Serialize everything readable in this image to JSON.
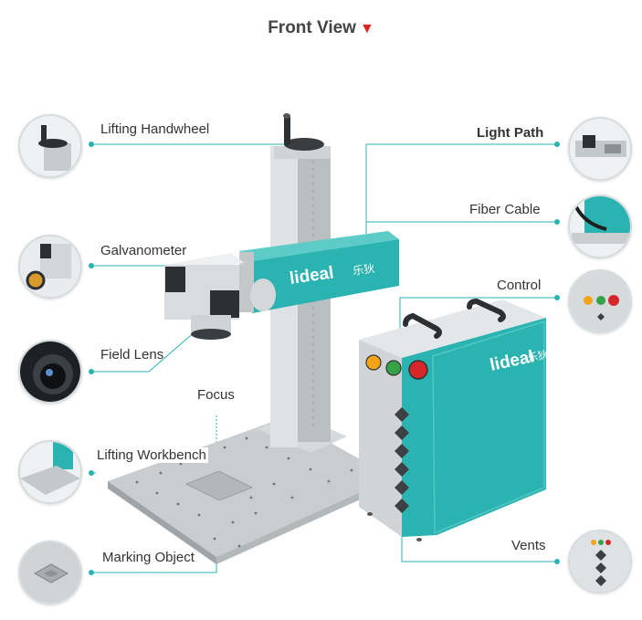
{
  "title": "Front View",
  "title_marker": "▼",
  "accent_color": "#2ab3b1",
  "marker_color": "#e52222",
  "brand": {
    "name": "lideal",
    "chinese": "乐狄"
  },
  "callouts": {
    "left": [
      {
        "label": "Lifting Handwheel",
        "icon": "handwheel-icon"
      },
      {
        "label": "Galvanometer",
        "icon": "galvanometer-icon"
      },
      {
        "label": "Field Lens",
        "icon": "field-lens-icon"
      },
      {
        "label": "Lifting Workbench",
        "icon": "workbench-icon"
      },
      {
        "label": "Marking Object",
        "icon": "marking-object-icon"
      }
    ],
    "center": {
      "label": "Focus"
    },
    "right": [
      {
        "label": "Light Path",
        "icon": "light-path-icon"
      },
      {
        "label": "Fiber Cable",
        "icon": "fiber-cable-icon"
      },
      {
        "label": "Control",
        "icon": "control-panel-icon"
      },
      {
        "label": "Vents",
        "icon": "vents-icon"
      }
    ]
  }
}
